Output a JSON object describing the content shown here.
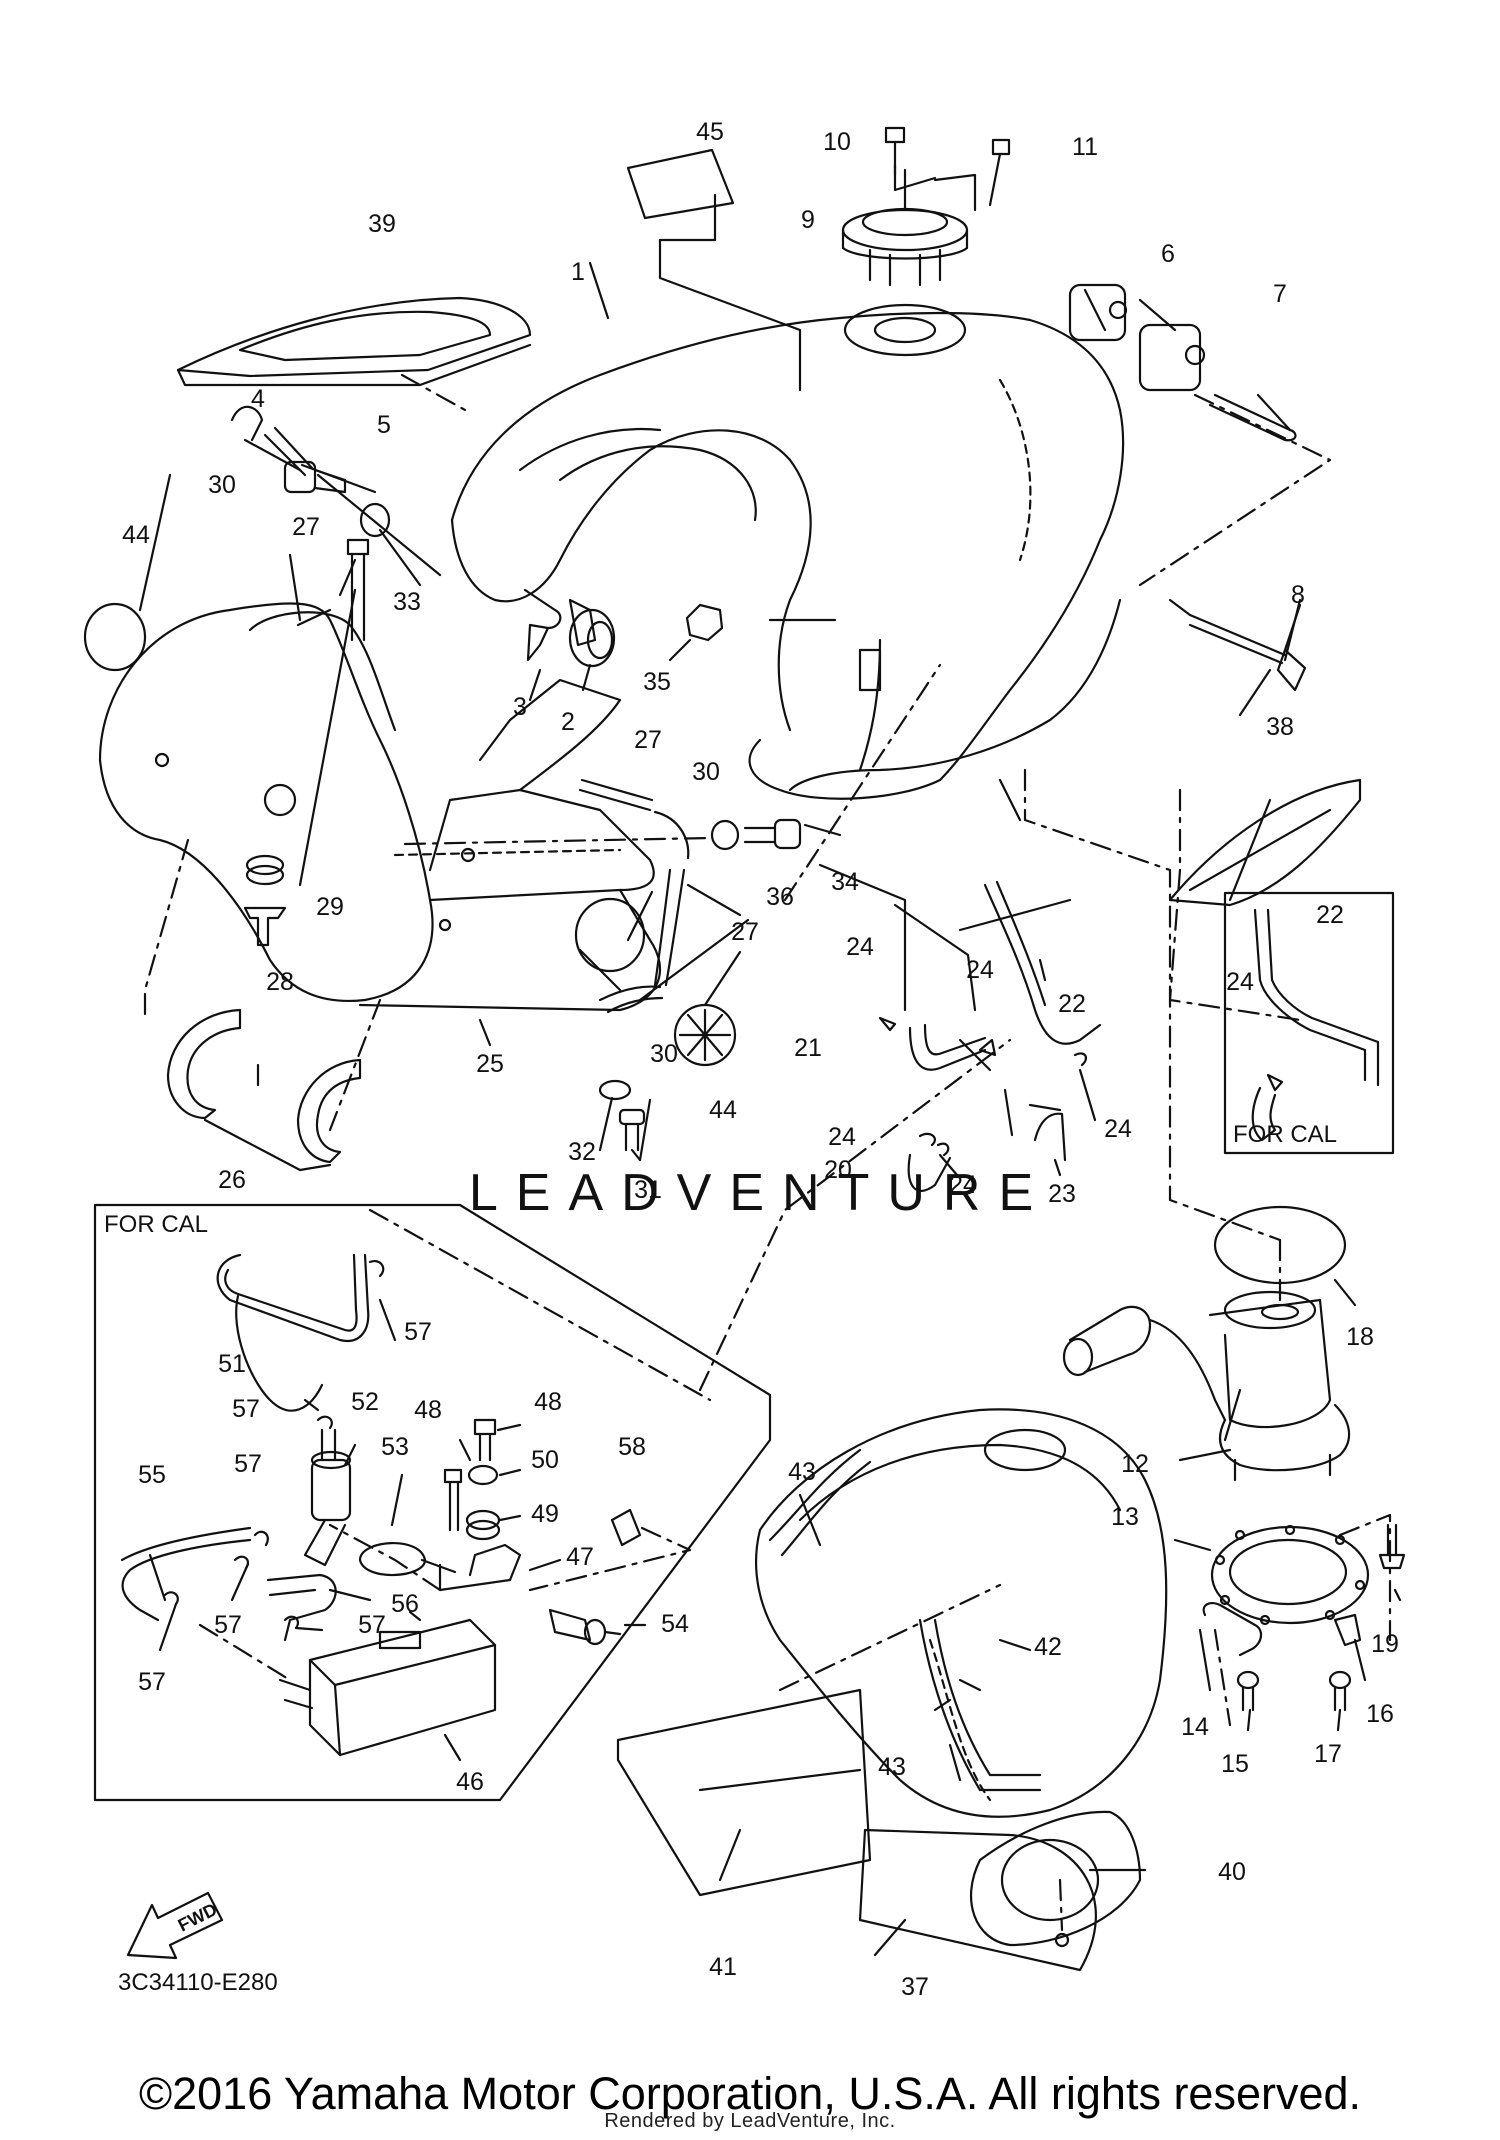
{
  "diagram": {
    "callouts": [
      {
        "id": "c45",
        "text": "45"
      },
      {
        "id": "c10",
        "text": "10"
      },
      {
        "id": "c11",
        "text": "11"
      },
      {
        "id": "c9",
        "text": "9"
      },
      {
        "id": "c39",
        "text": "39"
      },
      {
        "id": "c1",
        "text": "1"
      },
      {
        "id": "c6",
        "text": "6"
      },
      {
        "id": "c7",
        "text": "7"
      },
      {
        "id": "c4",
        "text": "4"
      },
      {
        "id": "c5",
        "text": "5"
      },
      {
        "id": "c30a",
        "text": "30"
      },
      {
        "id": "c27a",
        "text": "27"
      },
      {
        "id": "c44a",
        "text": "44"
      },
      {
        "id": "c33",
        "text": "33"
      },
      {
        "id": "c3",
        "text": "3"
      },
      {
        "id": "c2",
        "text": "2"
      },
      {
        "id": "c35",
        "text": "35"
      },
      {
        "id": "c8",
        "text": "8"
      },
      {
        "id": "c27b",
        "text": "27"
      },
      {
        "id": "c30b",
        "text": "30"
      },
      {
        "id": "c38",
        "text": "38"
      },
      {
        "id": "c34",
        "text": "34"
      },
      {
        "id": "c36",
        "text": "36"
      },
      {
        "id": "c29",
        "text": "29"
      },
      {
        "id": "c27c",
        "text": "27"
      },
      {
        "id": "c22a",
        "text": "22"
      },
      {
        "id": "c22b",
        "text": "22"
      },
      {
        "id": "c24a",
        "text": "24"
      },
      {
        "id": "c24b",
        "text": "24"
      },
      {
        "id": "c24c",
        "text": "24"
      },
      {
        "id": "c28",
        "text": "28"
      },
      {
        "id": "c22c",
        "text": "22"
      },
      {
        "id": "c30c",
        "text": "30"
      },
      {
        "id": "c25",
        "text": "25"
      },
      {
        "id": "c21",
        "text": "21"
      },
      {
        "id": "c44b",
        "text": "44"
      },
      {
        "id": "c24d",
        "text": "24"
      },
      {
        "id": "c24e",
        "text": "24"
      },
      {
        "id": "c24f",
        "text": "24"
      },
      {
        "id": "c32",
        "text": "32"
      },
      {
        "id": "c26",
        "text": "26"
      },
      {
        "id": "c20",
        "text": "20"
      },
      {
        "id": "c31",
        "text": "31"
      },
      {
        "id": "c23",
        "text": "23"
      },
      {
        "id": "c57a",
        "text": "57"
      },
      {
        "id": "c18",
        "text": "18"
      },
      {
        "id": "c51",
        "text": "51"
      },
      {
        "id": "c57b",
        "text": "57"
      },
      {
        "id": "c52",
        "text": "52"
      },
      {
        "id": "c48a",
        "text": "48"
      },
      {
        "id": "c48b",
        "text": "48"
      },
      {
        "id": "c55",
        "text": "55"
      },
      {
        "id": "c57c",
        "text": "57"
      },
      {
        "id": "c53",
        "text": "53"
      },
      {
        "id": "c50",
        "text": "50"
      },
      {
        "id": "c58",
        "text": "58"
      },
      {
        "id": "c12",
        "text": "12"
      },
      {
        "id": "c49",
        "text": "49"
      },
      {
        "id": "c43a",
        "text": "43"
      },
      {
        "id": "c13",
        "text": "13"
      },
      {
        "id": "c47",
        "text": "47"
      },
      {
        "id": "c57d",
        "text": "57"
      },
      {
        "id": "c57e",
        "text": "57"
      },
      {
        "id": "c56",
        "text": "56"
      },
      {
        "id": "c54",
        "text": "54"
      },
      {
        "id": "c42",
        "text": "42"
      },
      {
        "id": "c19",
        "text": "19"
      },
      {
        "id": "c57f",
        "text": "57"
      },
      {
        "id": "c14",
        "text": "14"
      },
      {
        "id": "c16",
        "text": "16"
      },
      {
        "id": "c46",
        "text": "46"
      },
      {
        "id": "c43b",
        "text": "43"
      },
      {
        "id": "c15",
        "text": "15"
      },
      {
        "id": "c17",
        "text": "17"
      },
      {
        "id": "c40",
        "text": "40"
      },
      {
        "id": "c41",
        "text": "41"
      },
      {
        "id": "c37",
        "text": "37"
      }
    ],
    "for_cal_label_top": "FOR CAL",
    "for_cal_label_bottom": "FOR CAL",
    "fwd_label": "FWD",
    "diagram_code": "3C34110-E280",
    "watermark": "LEADVENTURE"
  },
  "footer": {
    "copyright": "©2016 Yamaha Motor Corporation, U.S.A. All rights reserved.",
    "rendered_by": "Rendered by LeadVenture, Inc."
  }
}
